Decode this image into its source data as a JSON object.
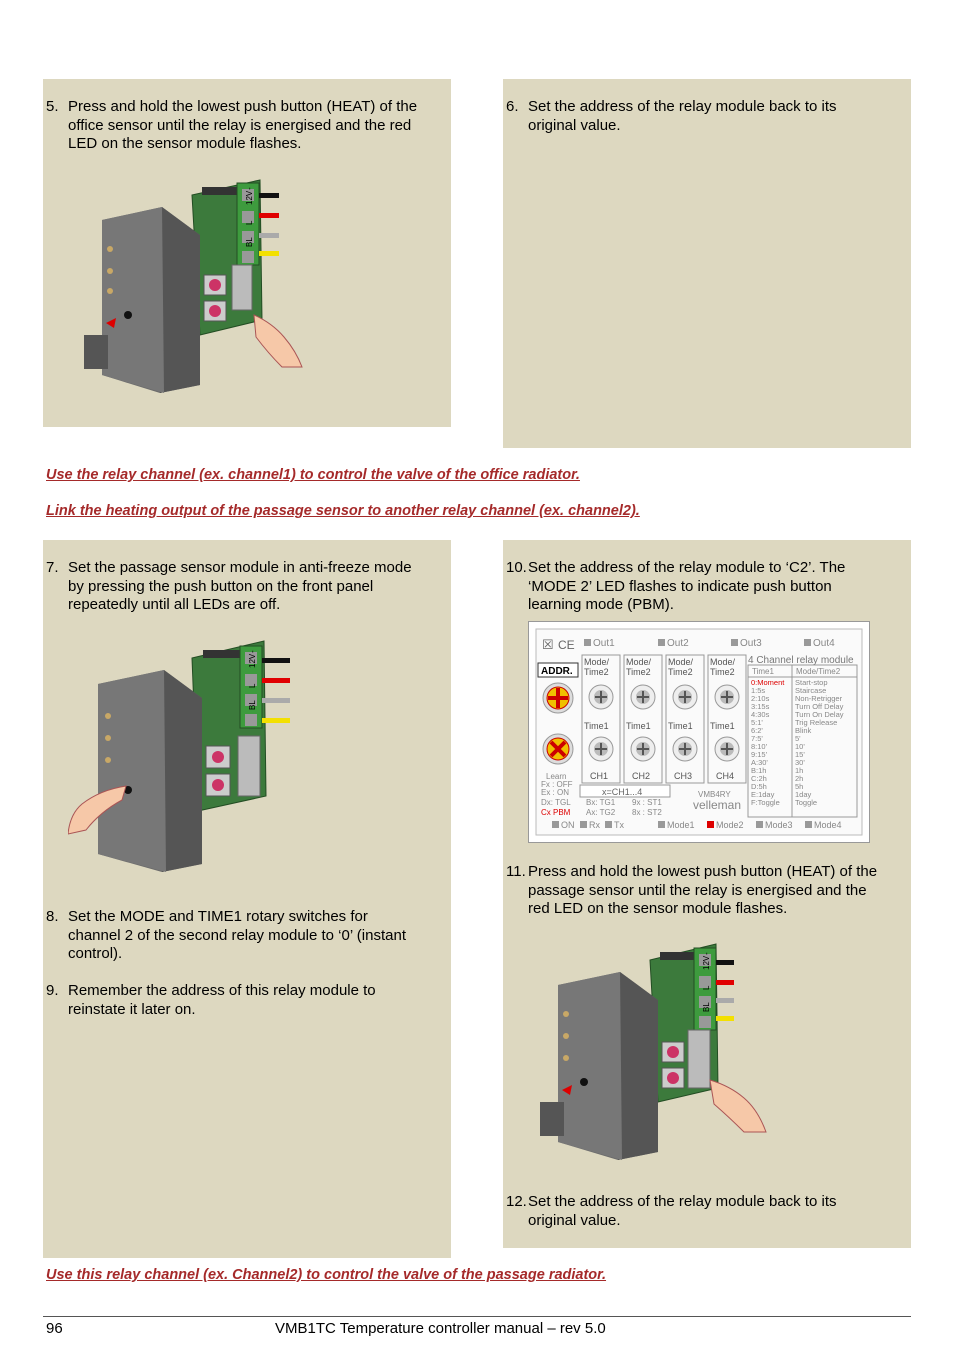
{
  "steps": {
    "s5": {
      "num": "5.",
      "text_1": "Press and hold the lowest push button (HEAT) of the",
      "text_2": "office sensor until the relay is energised and the red",
      "text_3": "LED on the sensor module flashes."
    },
    "s6": {
      "num": "6.",
      "text_1": "Set the address of the relay module back to its",
      "text_2": "original value."
    },
    "s7": {
      "num": "7.",
      "text_1": "Set the passage sensor module in anti-freeze mode",
      "text_2": "by pressing the push button on the front panel",
      "text_3": "repeatedly until all LEDs are off."
    },
    "s8": {
      "num": "8.",
      "text_1": "Set the MODE and TIME1 rotary switches for",
      "text_2": "channel 2 of the second relay module to ‘0’ (instant",
      "text_3": "control)."
    },
    "s9": {
      "num": "9.",
      "text_1": "Remember the address of this relay module to",
      "text_2": "reinstate it later on."
    },
    "s10": {
      "num": "10.",
      "text_1": "Set the address of the relay module to ‘C2’. The",
      "text_2": "‘MODE 2’ LED flashes to indicate push button",
      "text_3": "learning mode (PBM)."
    },
    "s11": {
      "num": "11.",
      "text_1": "Press and hold the lowest push button (HEAT) of the",
      "text_2": "passage sensor until the relay is energised and the",
      "text_3": "red LED on the sensor module flashes."
    },
    "s12": {
      "num": "12.",
      "text_1": "Set the address of the relay module back to its",
      "text_2": "original value."
    }
  },
  "notes": {
    "n1": "Use the relay channel (ex. channel1) to control the valve of the office radiator.",
    "n2": "Link the heating output of the passage sensor to another relay channel (ex. channel2).",
    "n3": "Use this relay channel (ex. Channel2) to control the valve of the passage radiator."
  },
  "sensor_labels": {
    "l12v": "12V",
    "l_l": "L",
    "l_bl": "BL",
    "l_minus": "-"
  },
  "relay": {
    "outs": [
      "Out1",
      "Out2",
      "Out3",
      "Out4"
    ],
    "addr": "ADDR.",
    "mode_label": "Mode/",
    "time2_label": "Time2",
    "time1_label": "Time1",
    "channels": [
      "CH1",
      "CH2",
      "CH3",
      "CH4"
    ],
    "title": "4 Channel relay module",
    "col_time1": "Time1",
    "col_mode": "Mode/Time2",
    "time_values": [
      "0:Moment",
      "1:5s",
      "2:10s",
      "3:15s",
      "4:30s",
      "5:1'",
      "6:2'",
      "7:5'",
      "8:10'",
      "9:15'",
      "A:30'",
      "B:1h",
      "C:2h",
      "D:5h",
      "E:1day",
      "F:Toggle"
    ],
    "mode_values": [
      "Start-stop",
      "Staircase",
      "Non-Retrigger",
      "Turn Off Delay",
      "Turn On Delay",
      "Trig Release",
      "Blink",
      "5'",
      "10'",
      "15'",
      "30'",
      "1h",
      "2h",
      "5h",
      "1day",
      "Toggle"
    ],
    "learn": "Learn",
    "fx": "Fx : OFF",
    "ex": "Ex : ON",
    "dx": "Dx: TGL",
    "cx": "Cx  PBM",
    "xch": "x=CH1...4",
    "bx": "Bx: TG1",
    "ax": "Ax: TG2",
    "nx": "9x : ST1",
    "ex8": "8x : ST2",
    "model": "VMB4RY",
    "brand": "velleman",
    "leds": [
      "ON",
      "Rx",
      "Tx",
      "Mode1",
      "Mode2",
      "Mode3",
      "Mode4"
    ],
    "colors": {
      "mode2_led": "#dd0000",
      "red_text": "#dd0000"
    }
  },
  "footer": {
    "page": "96",
    "title": "VMB1TC Temperature controller manual – rev 5.0"
  }
}
